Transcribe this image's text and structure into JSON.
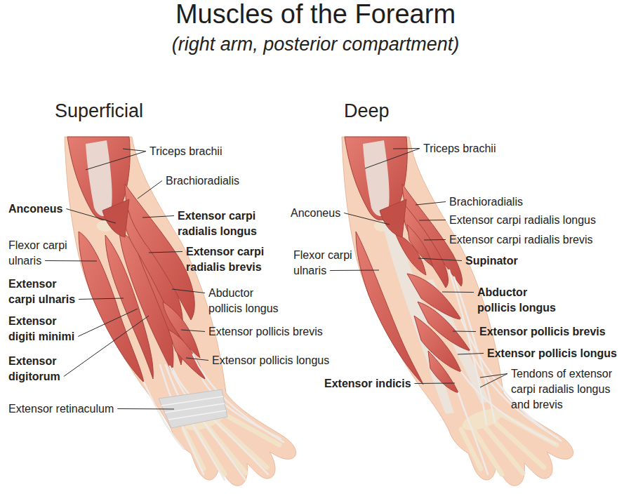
{
  "diagram": {
    "title": "Muscles of the Forearm",
    "labels": [
      "(right arm, posterior compartment)",
      "Superficial",
      "Deep",
      "Triceps brachii",
      "Brachioradialis",
      "Anconeus",
      "Extensor carpi radialis longus",
      "Flexor carpi ulnaris",
      "Extensor carpi radialis brevis",
      "Abductor pollicis longus",
      "Extensor carpi ulnaris",
      "Extensor digiti minimi",
      "Extensor pollicis brevis",
      "Extensor digitorum",
      "Extensor pollicis longus",
      "Extensor retinaculum",
      "Triceps brachii",
      "Brachioradialis",
      "Anconeus",
      "Extensor carpi radialis longus",
      "Flexor carpi ulnaris",
      "Extensor carpi radialis brevis",
      "Supinator",
      "Abductor pollicis longus",
      "Extensor pollicis brevis",
      "Extensor pollicis longus",
      "Extensor indicis",
      "Tendons of extensor carpi radialis longus and brevis"
    ]
  }
}
